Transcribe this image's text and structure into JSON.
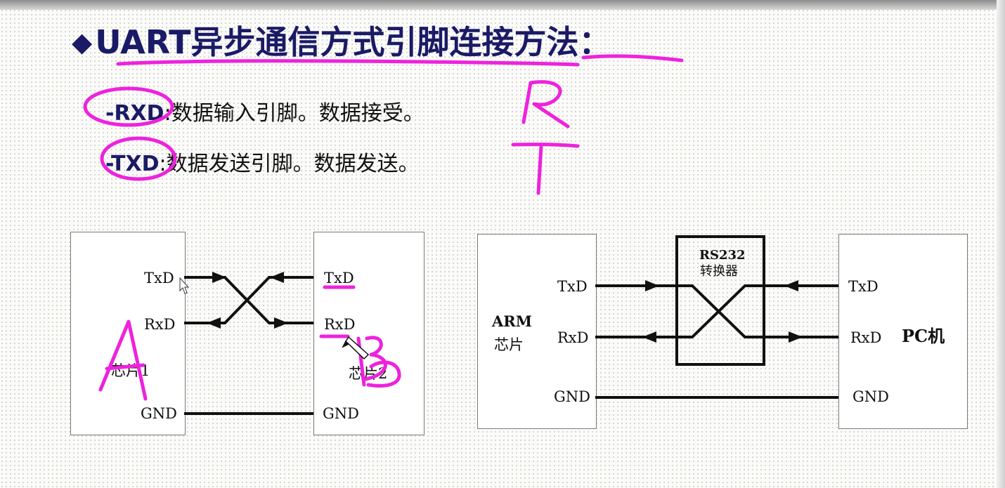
{
  "title": {
    "bullet_glyph": "◆",
    "text": "UART异步通信方式引脚连接方法："
  },
  "bullets": [
    {
      "pin": "-RXD",
      "text": ":数据输入引脚。数据接受。"
    },
    {
      "pin": "-TXD",
      "text": ":数据发送引脚。数据发送。"
    }
  ],
  "left_diagram": {
    "chip1": {
      "txd": "TxD",
      "rxd": "RxD",
      "gnd": "GND",
      "name": "芯片1"
    },
    "chip2": {
      "txd": "TxD",
      "rxd": "RxD",
      "gnd": "GND",
      "name": "芯片2"
    }
  },
  "right_diagram": {
    "arm": {
      "name_line1": "ARM",
      "name_line2": "芯片",
      "txd": "TxD",
      "rxd": "RxD",
      "gnd": "GND"
    },
    "converter": {
      "line1": "RS232",
      "line2": "转换器"
    },
    "pc": {
      "name": "PC机",
      "txd": "TxD",
      "rxd": "RxD",
      "gnd": "GND"
    }
  },
  "handwriting": {
    "r_mark": "R",
    "t_mark": "T",
    "a_mark": "A",
    "b_mark": "B",
    "ink_color": "#ee22dd"
  },
  "colors": {
    "title": "#1a1a66",
    "ink": "#ee22dd",
    "wire": "#111111"
  }
}
